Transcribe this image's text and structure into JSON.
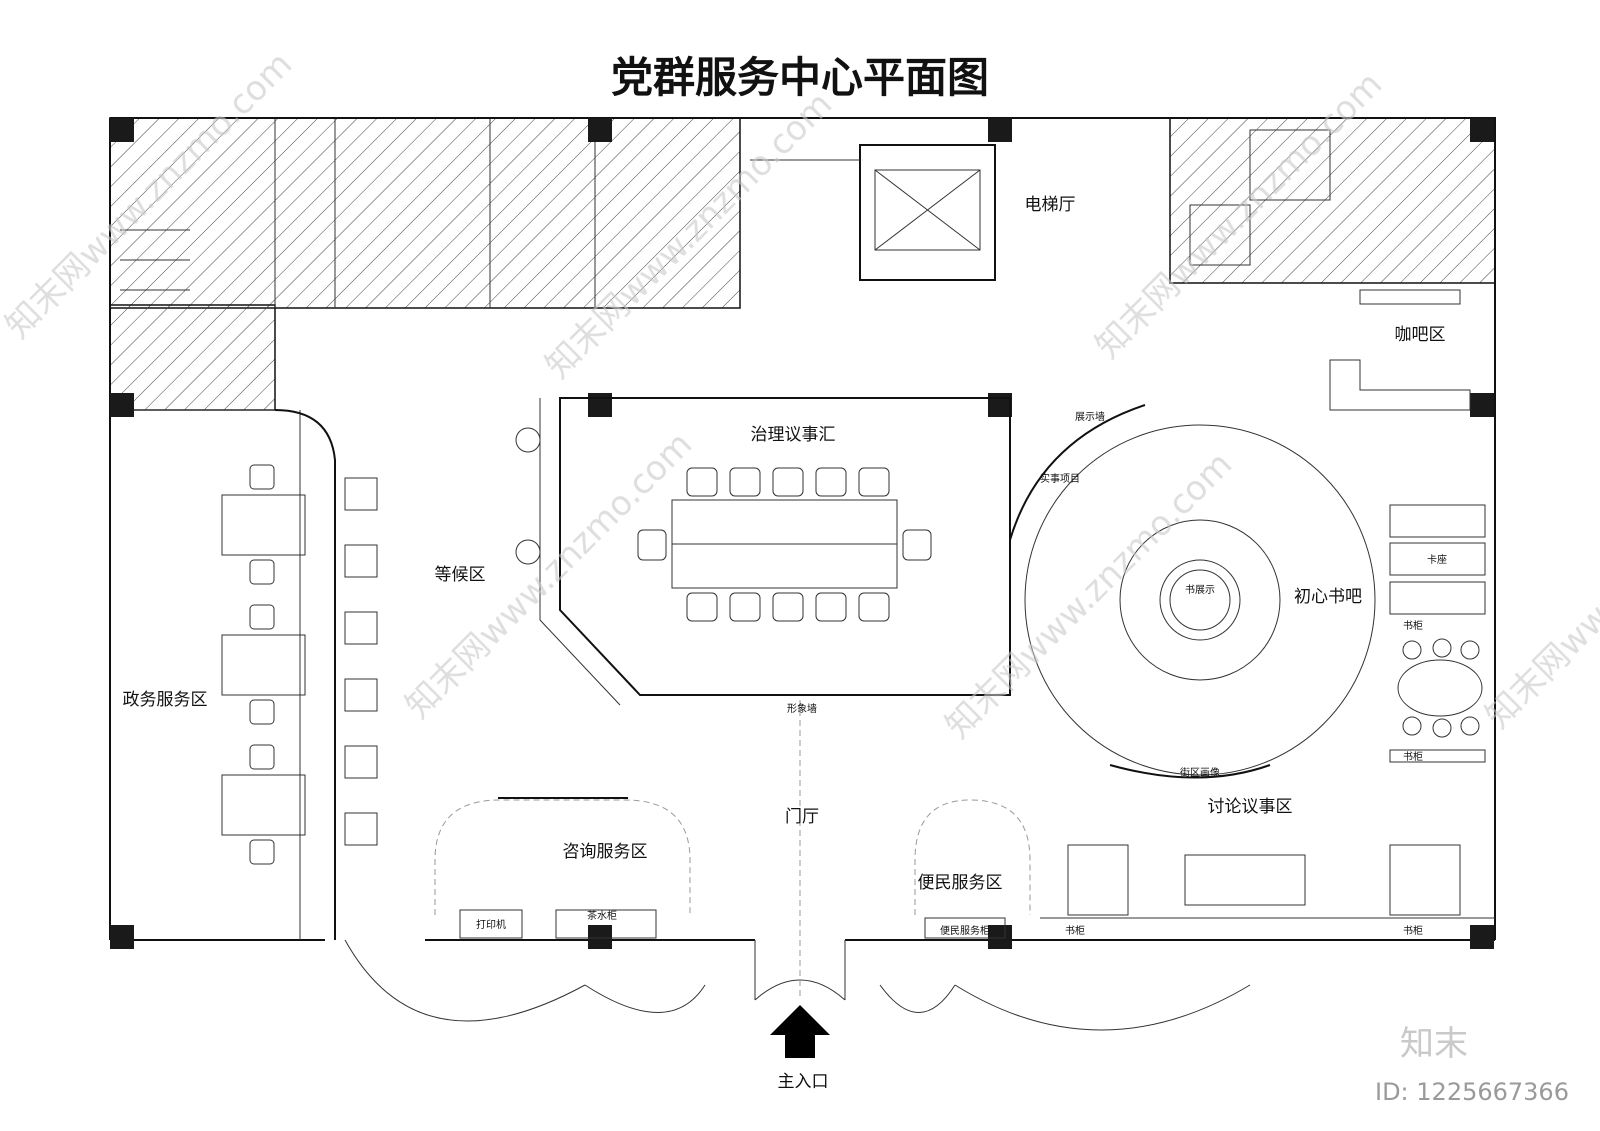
{
  "title": "党群服务中心平面图",
  "rooms": {
    "elevator_hall": "电梯厅",
    "cafe": "咖吧区",
    "governance": "治理议事汇",
    "waiting": "等候区",
    "gov_service": "政务服务区",
    "reading_bar": "初心书吧",
    "lobby": "门厅",
    "consult": "咨询服务区",
    "convenience": "便民服务区",
    "discussion": "讨论议事区",
    "main_entrance": "主入口"
  },
  "small_labels": {
    "display_wall": "展示墙",
    "practical_projects": "实事项目",
    "book_display": "书展示",
    "booth": "卡座",
    "bookcase": "书柜",
    "image_wall": "形象墙",
    "street_portrait": "街区画像",
    "printer": "打印机",
    "tea_cabinet": "茶水柜",
    "convenience_counter": "便民服务柜"
  },
  "watermark": {
    "logo": "知末",
    "id": "ID: 1225667366"
  }
}
